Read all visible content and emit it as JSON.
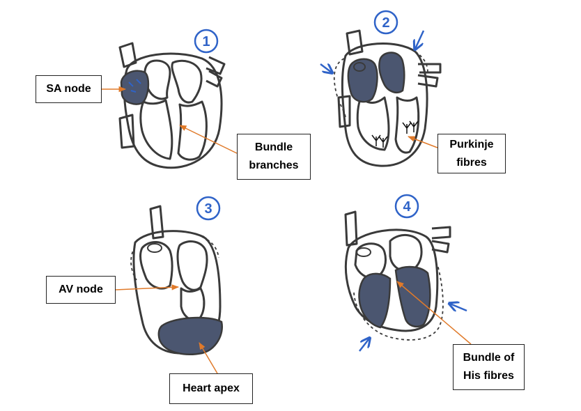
{
  "panels": [
    {
      "number": "1"
    },
    {
      "number": "2"
    },
    {
      "number": "3"
    },
    {
      "number": "4"
    }
  ],
  "labels": {
    "sa_node": "SA node",
    "bundle_branches_1": "Bundle",
    "bundle_branches_2": "branches",
    "purkinje_1": "Purkinje",
    "purkinje_2": "fibres",
    "av_node": "AV node",
    "heart_apex": "Heart apex",
    "bundle_his_1": "Bundle of",
    "bundle_his_2": "His fibres"
  },
  "colors": {
    "outline": "#3a3a3a",
    "fill": "#4b5670",
    "pen_blue": "#2f63c8",
    "arrow_orange": "#e07a2a"
  }
}
